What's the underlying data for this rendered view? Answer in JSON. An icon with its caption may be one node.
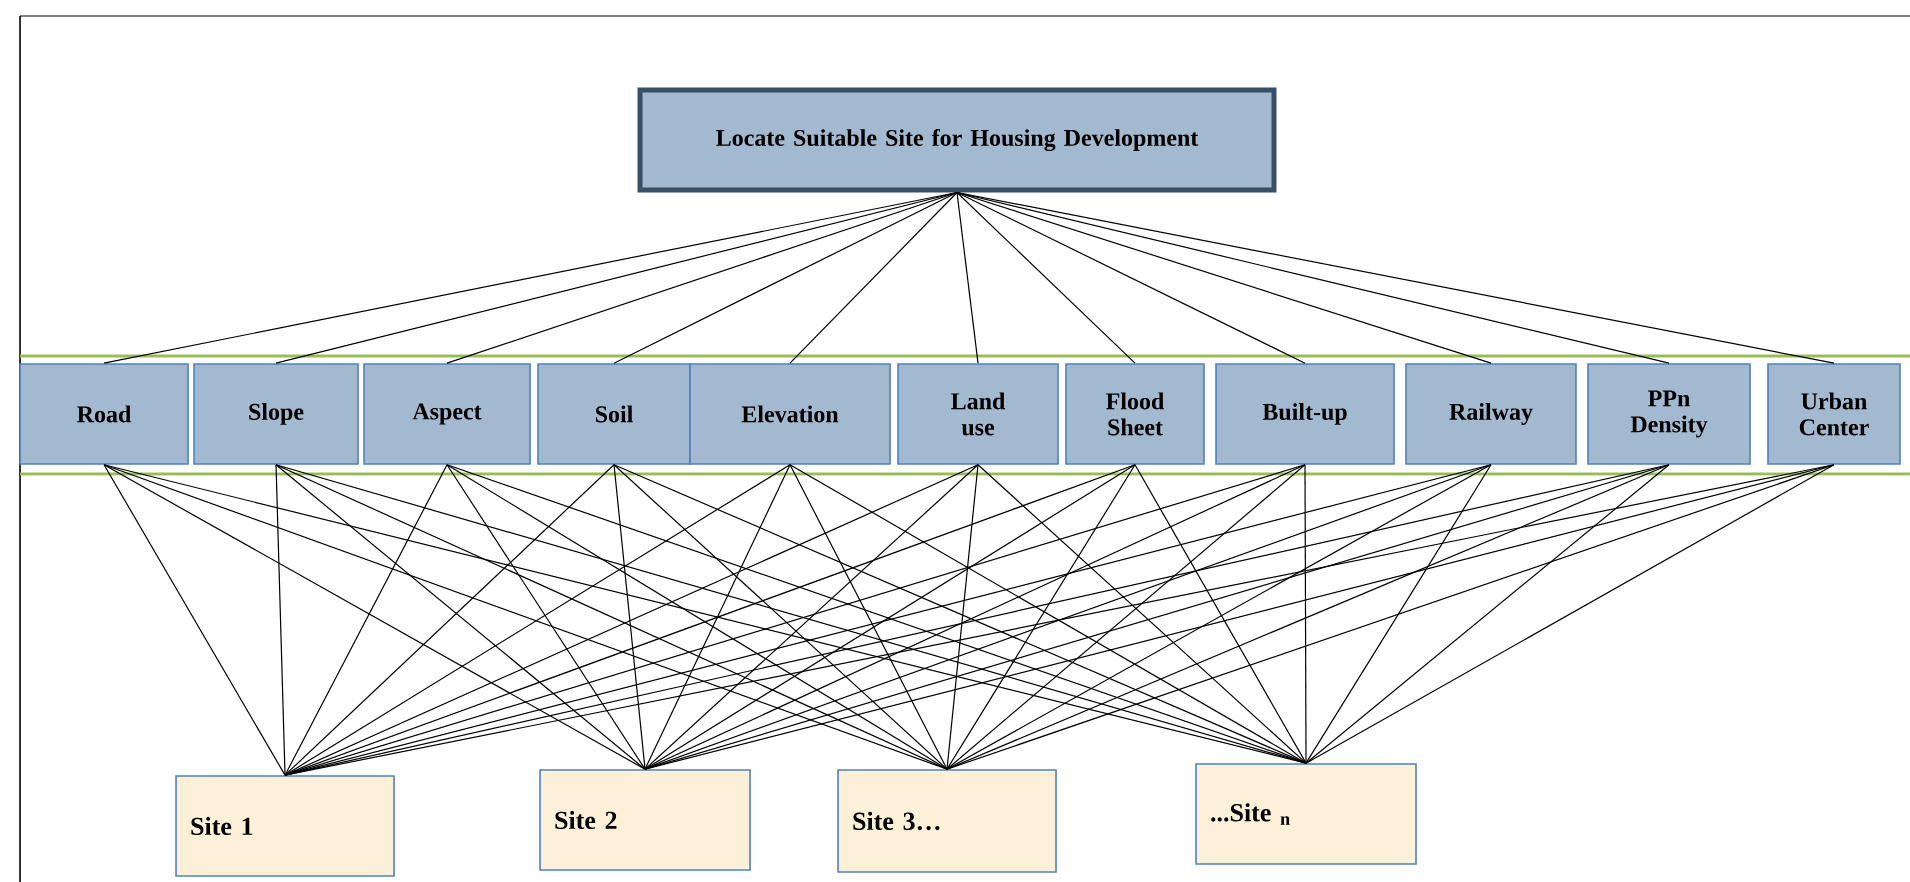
{
  "diagram": {
    "nodes": [
      {
        "text": [
          "Locate Suitable Site for Housing Development"
        ]
      },
      {
        "text": [
          "Road"
        ]
      },
      {
        "text": [
          "Slope"
        ]
      },
      {
        "text": [
          "Aspect"
        ]
      },
      {
        "text": [
          "Soil"
        ]
      },
      {
        "text": [
          "Elevation"
        ]
      },
      {
        "text": [
          "Land use"
        ]
      },
      {
        "text": [
          "Flood Sheet"
        ]
      },
      {
        "text": [
          "Built-up"
        ]
      },
      {
        "text": [
          "Railway"
        ]
      },
      {
        "text": [
          "PPn Density"
        ]
      },
      {
        "text": [
          "Urban Center"
        ]
      },
      {
        "text": [
          "Site 1"
        ]
      },
      {
        "text": [
          "Site 2"
        ]
      },
      {
        "text": [
          "Site 3…"
        ]
      },
      {
        "text": [
          "...Site $_{n}$"
        ]
      }
    ],
    "edges": [
      {
        "from": 0,
        "to": 1,
        "arrow": "none"
      },
      {
        "from": 0,
        "to": 2,
        "arrow": "none"
      },
      {
        "from": 0,
        "to": 3,
        "arrow": "none"
      },
      {
        "from": 0,
        "to": 4,
        "arrow": "none"
      },
      {
        "from": 0,
        "to": 5,
        "arrow": "none"
      },
      {
        "from": 0,
        "to": 6,
        "arrow": "none"
      },
      {
        "from": 0,
        "to": 7,
        "arrow": "none"
      },
      {
        "from": 0,
        "to": 8,
        "arrow": "none"
      },
      {
        "from": 0,
        "to": 9,
        "arrow": "none"
      },
      {
        "from": 0,
        "to": 10,
        "arrow": "none"
      },
      {
        "from": 0,
        "to": 11,
        "arrow": "none"
      },
      {
        "from": 1,
        "to": 12,
        "arrow": "none"
      },
      {
        "from": 1,
        "to": 13,
        "arrow": "none"
      },
      {
        "from": 1,
        "to": 14,
        "arrow": "none"
      },
      {
        "from": 1,
        "to": 15,
        "arrow": "none"
      },
      {
        "from": 2,
        "to": 12,
        "arrow": "none"
      },
      {
        "from": 2,
        "to": 13,
        "arrow": "none"
      },
      {
        "from": 2,
        "to": 14,
        "arrow": "none"
      },
      {
        "from": 2,
        "to": 15,
        "arrow": "none"
      },
      {
        "from": 3,
        "to": 12,
        "arrow": "none"
      },
      {
        "from": 3,
        "to": 13,
        "arrow": "none"
      },
      {
        "from": 3,
        "to": 14,
        "arrow": "none"
      },
      {
        "from": 3,
        "to": 15,
        "arrow": "none"
      },
      {
        "from": 4,
        "to": 12,
        "arrow": "none"
      },
      {
        "from": 4,
        "to": 13,
        "arrow": "none"
      },
      {
        "from": 4,
        "to": 14,
        "arrow": "none"
      },
      {
        "from": 4,
        "to": 15,
        "arrow": "none"
      },
      {
        "from": 5,
        "to": 12,
        "arrow": "none"
      },
      {
        "from": 5,
        "to": 13,
        "arrow": "none"
      },
      {
        "from": 5,
        "to": 14,
        "arrow": "none"
      },
      {
        "from": 5,
        "to": 15,
        "arrow": "none"
      },
      {
        "from": 6,
        "to": 12,
        "arrow": "none"
      },
      {
        "from": 6,
        "to": 13,
        "arrow": "none"
      },
      {
        "from": 6,
        "to": 14,
        "arrow": "none"
      },
      {
        "from": 6,
        "to": 15,
        "arrow": "none"
      },
      {
        "from": 7,
        "to": 12,
        "arrow": "none"
      },
      {
        "from": 7,
        "to": 13,
        "arrow": "none"
      },
      {
        "from": 7,
        "to": 14,
        "arrow": "none"
      },
      {
        "from": 7,
        "to": 15,
        "arrow": "none"
      },
      {
        "from": 8,
        "to": 12,
        "arrow": "none"
      },
      {
        "from": 8,
        "to": 13,
        "arrow": "none"
      },
      {
        "from": 8,
        "to": 14,
        "arrow": "none"
      },
      {
        "from": 8,
        "to": 15,
        "arrow": "none"
      },
      {
        "from": 9,
        "to": 12,
        "arrow": "none"
      },
      {
        "from": 9,
        "to": 13,
        "arrow": "none"
      },
      {
        "from": 9,
        "to": 14,
        "arrow": "none"
      },
      {
        "from": 9,
        "to": 15,
        "arrow": "none"
      },
      {
        "from": 10,
        "to": 12,
        "arrow": "none"
      },
      {
        "from": 10,
        "to": 13,
        "arrow": "none"
      },
      {
        "from": 10,
        "to": 14,
        "arrow": "none"
      },
      {
        "from": 10,
        "to": 15,
        "arrow": "none"
      },
      {
        "from": 11,
        "to": 12,
        "arrow": "none"
      },
      {
        "from": 11,
        "to": 13,
        "arrow": "none"
      },
      {
        "from": 11,
        "to": 14,
        "arrow": "none"
      },
      {
        "from": 11,
        "to": 15,
        "arrow": "none"
      }
    ]
  }
}
